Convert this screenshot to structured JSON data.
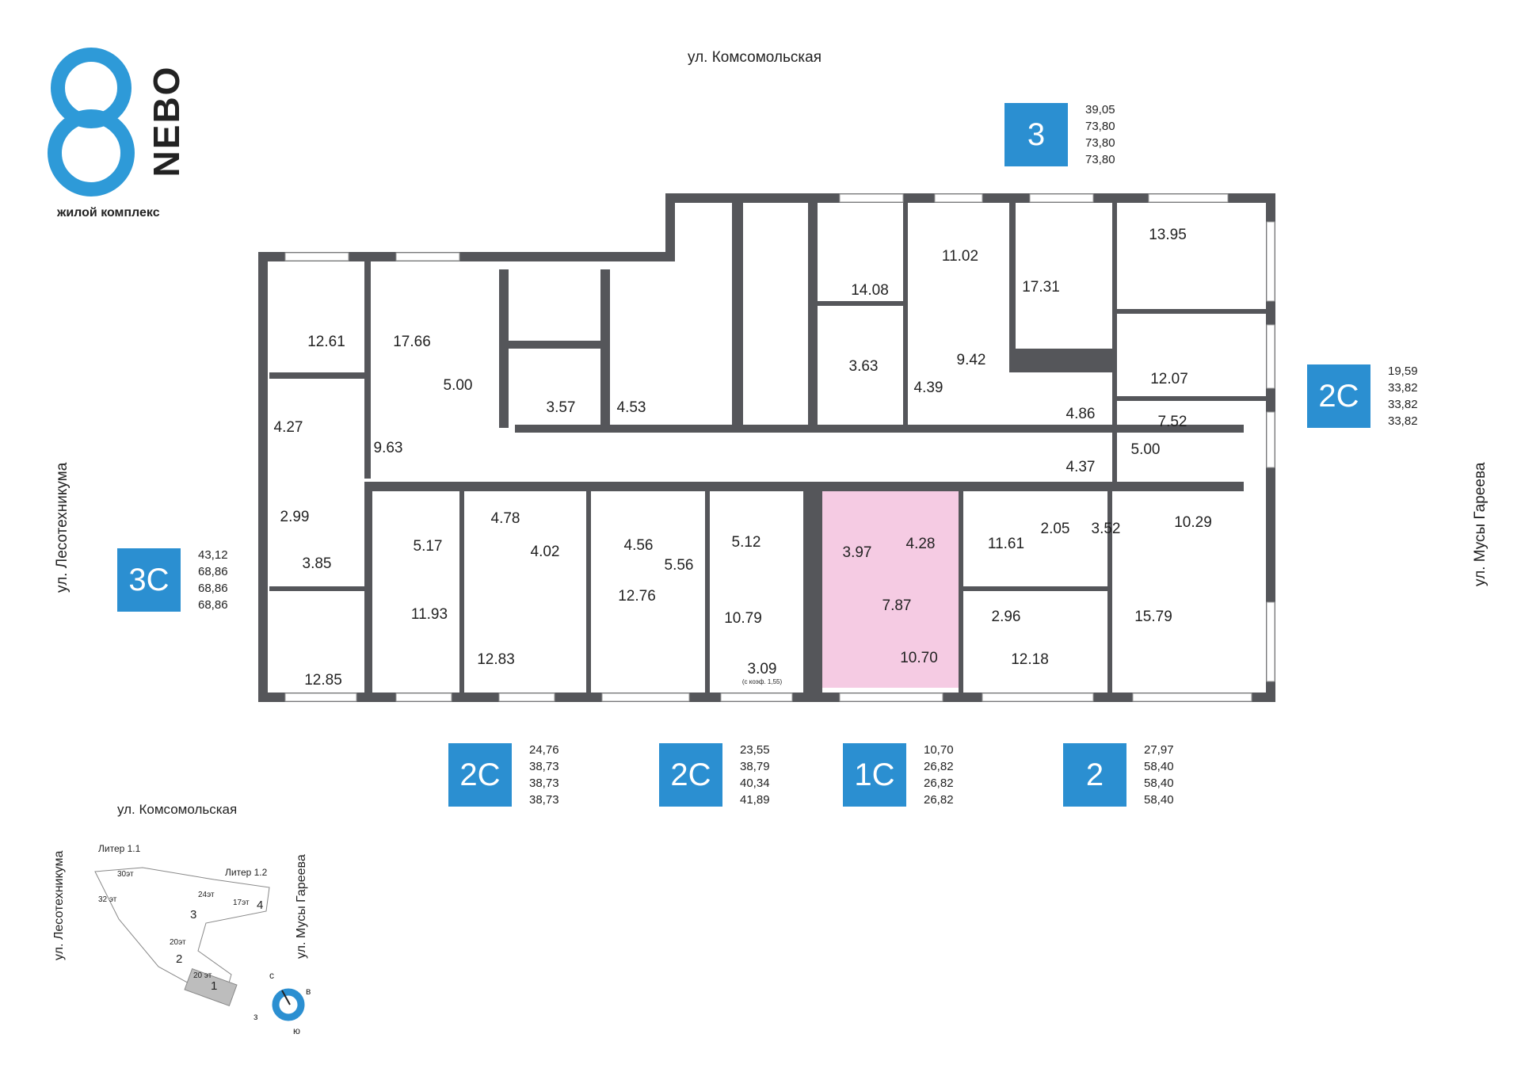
{
  "brand": {
    "name": "NEBO",
    "subtitle": "жилой комплекс"
  },
  "streets": {
    "top": "ул. Комсомольская",
    "left": "ул. Лесотехникума",
    "right": "ул. Мусы Гареева"
  },
  "colors": {
    "accent": "#2b8fd1",
    "wall": "#55565a",
    "highlight": "#f5cbe3"
  },
  "rooms": [
    {
      "label": "12.61"
    },
    {
      "label": "17.66"
    },
    {
      "label": "5.00"
    },
    {
      "label": "3.57"
    },
    {
      "label": "4.53"
    },
    {
      "label": "4.27"
    },
    {
      "label": "9.63"
    },
    {
      "label": "2.99"
    },
    {
      "label": "3.85"
    },
    {
      "label": "12.85"
    },
    {
      "label": "5.17"
    },
    {
      "label": "11.93"
    },
    {
      "label": "4.78"
    },
    {
      "label": "4.02"
    },
    {
      "label": "12.83"
    },
    {
      "label": "4.56"
    },
    {
      "label": "5.56"
    },
    {
      "label": "12.76"
    },
    {
      "label": "5.12"
    },
    {
      "label": "10.79"
    },
    {
      "label": "3.09"
    },
    {
      "label": "(с коэф. 1,55)"
    },
    {
      "label": "3.97"
    },
    {
      "label": "4.28"
    },
    {
      "label": "7.87"
    },
    {
      "label": "10.70"
    },
    {
      "label": "14.08"
    },
    {
      "label": "11.02"
    },
    {
      "label": "3.63"
    },
    {
      "label": "4.39"
    },
    {
      "label": "9.42"
    },
    {
      "label": "17.31"
    },
    {
      "label": "13.95"
    },
    {
      "label": "12.07"
    },
    {
      "label": "4.86"
    },
    {
      "label": "7.52"
    },
    {
      "label": "5.00"
    },
    {
      "label": "4.37"
    },
    {
      "label": "11.61"
    },
    {
      "label": "2.05"
    },
    {
      "label": "3.52"
    },
    {
      "label": "10.29"
    },
    {
      "label": "2.96"
    },
    {
      "label": "12.18"
    },
    {
      "label": "15.79"
    }
  ],
  "apartments": [
    {
      "type": "3",
      "areas": [
        "39,05",
        "73,80",
        "73,80",
        "73,80"
      ]
    },
    {
      "type": "2С",
      "areas": [
        "19,59",
        "33,82",
        "33,82",
        "33,82"
      ]
    },
    {
      "type": "3С",
      "areas": [
        "43,12",
        "68,86",
        "68,86",
        "68,86"
      ]
    },
    {
      "type": "2С",
      "areas": [
        "24,76",
        "38,73",
        "38,73",
        "38,73"
      ]
    },
    {
      "type": "2С",
      "areas": [
        "23,55",
        "38,79",
        "40,34",
        "41,89"
      ]
    },
    {
      "type": "1С",
      "areas": [
        "10,70",
        "26,82",
        "26,82",
        "26,82"
      ]
    },
    {
      "type": "2",
      "areas": [
        "27,97",
        "58,40",
        "58,40",
        "58,40"
      ]
    }
  ],
  "minimap": {
    "top_street": "ул. Комсомольская",
    "left_street": "ул. Лесотехникума",
    "right_street": "ул. Мусы Гареева",
    "liter_1_1": "Литер 1.1",
    "liter_1_2": "Литер 1.2",
    "floors": [
      "30эт",
      "32 эт",
      "24эт",
      "17эт",
      "20эт",
      "20 эт"
    ],
    "sections": [
      "3",
      "4",
      "2",
      "1"
    ],
    "compass": {
      "n": "с",
      "e": "в",
      "w": "з",
      "s": "ю"
    }
  }
}
